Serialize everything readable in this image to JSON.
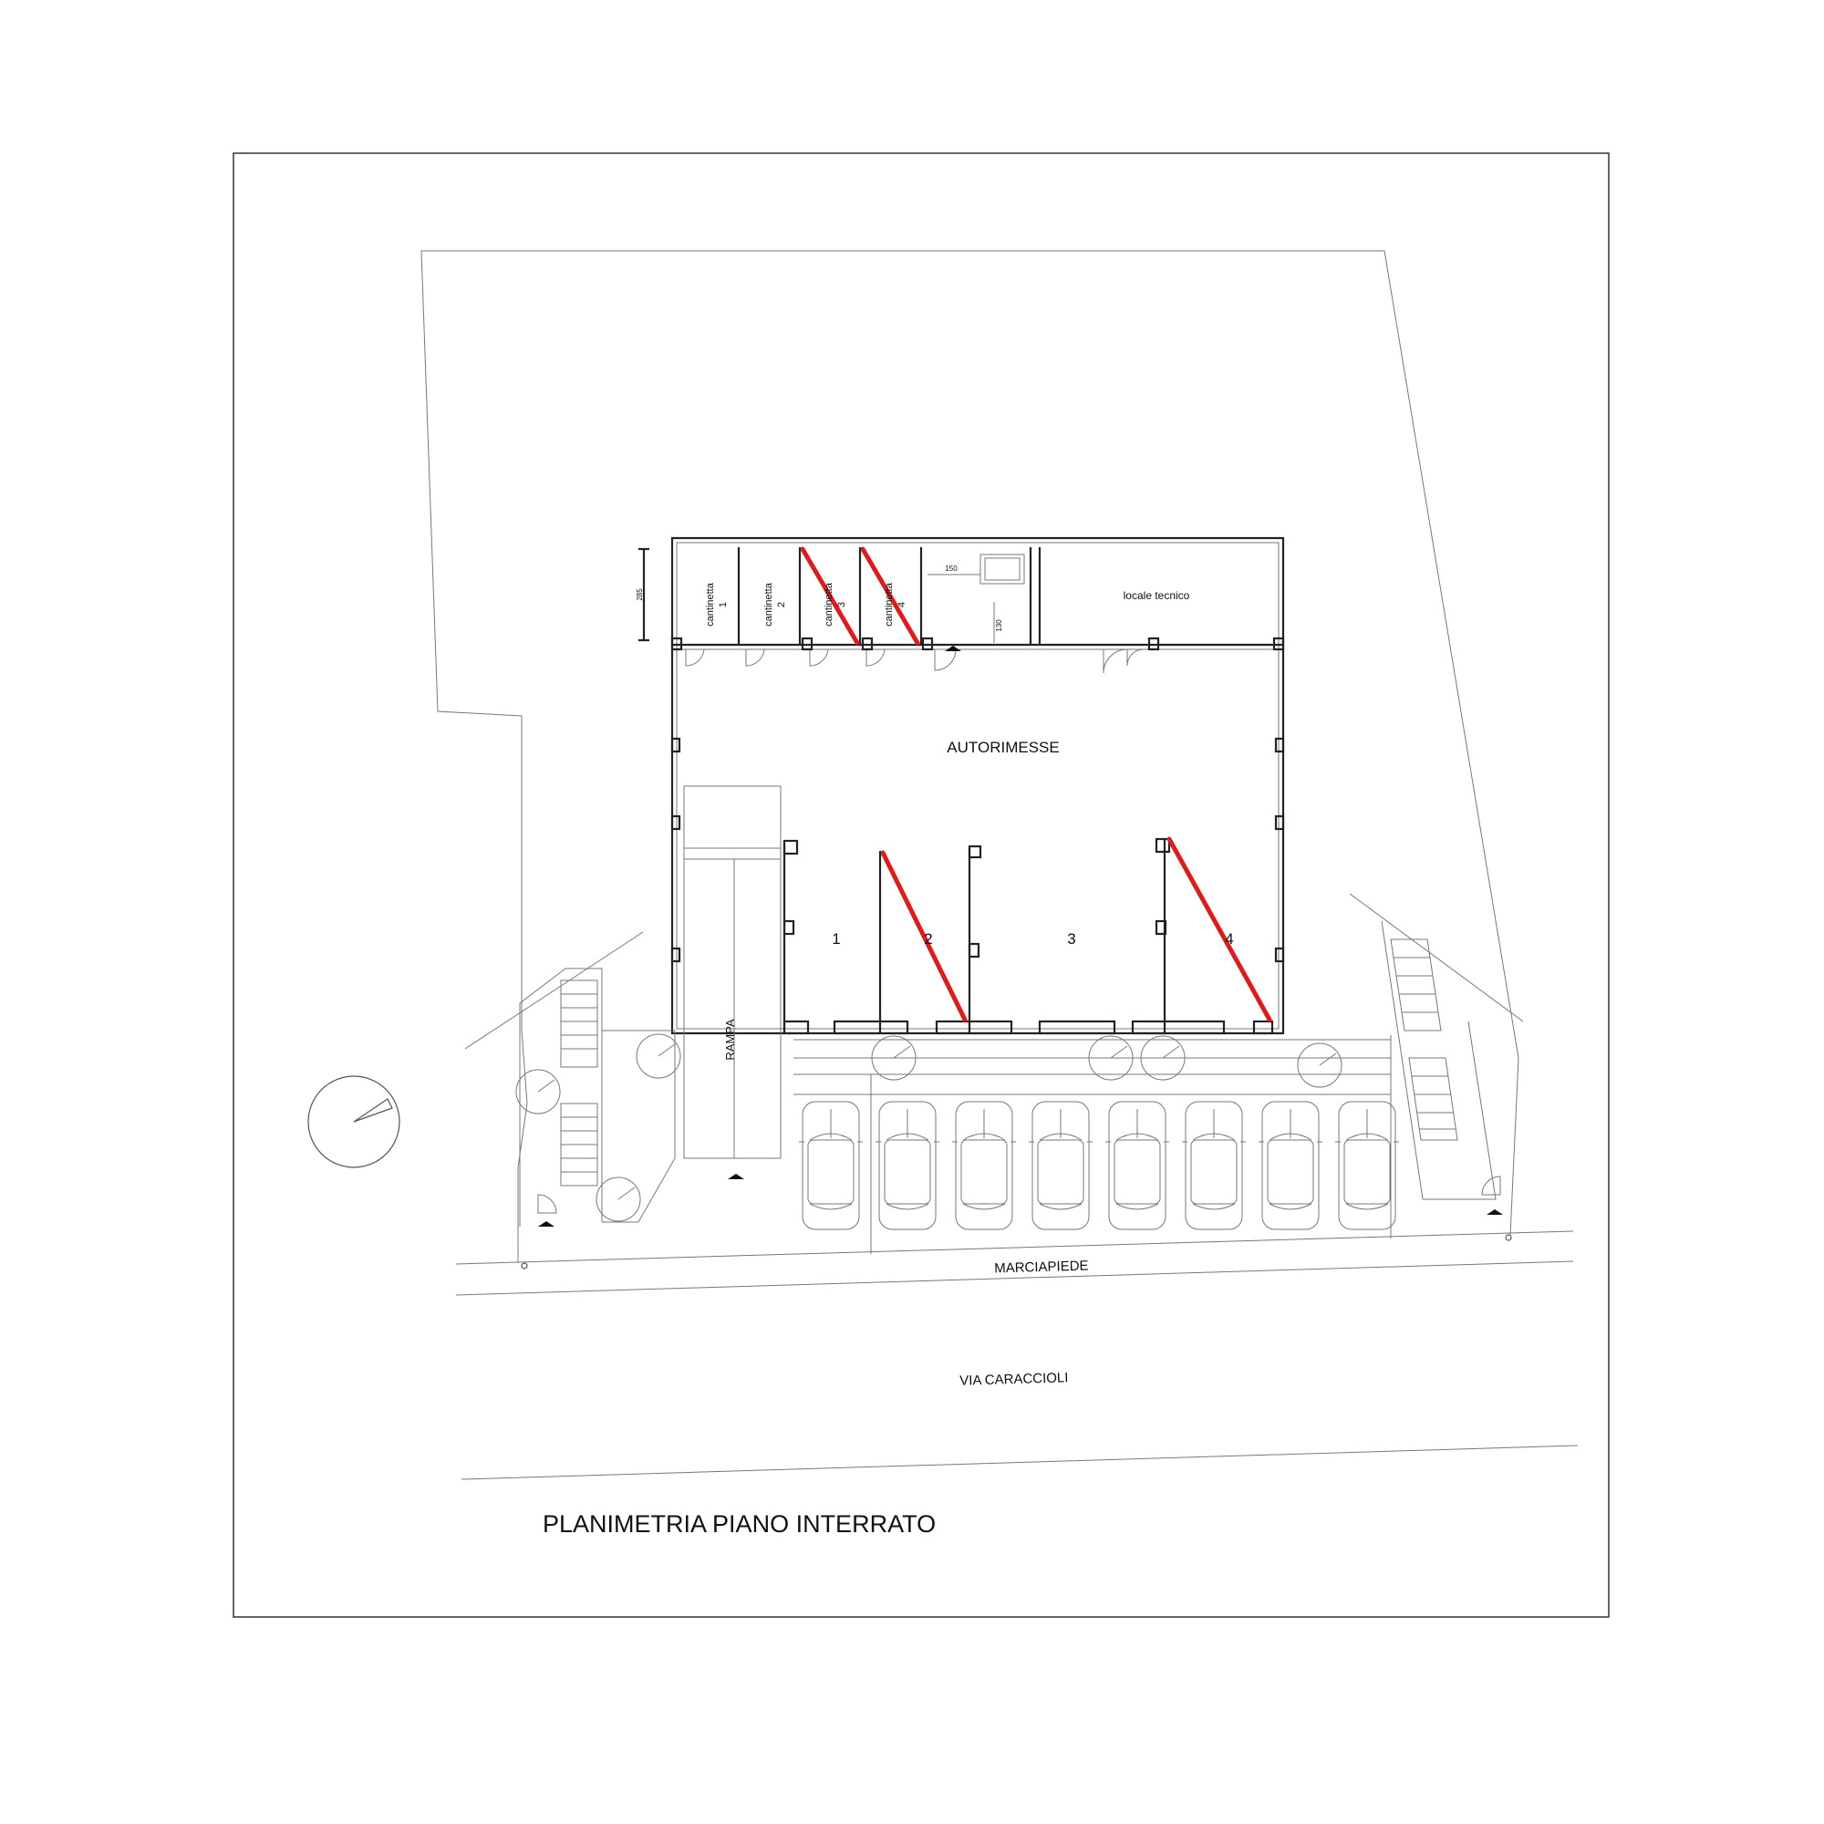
{
  "title": "PLANIMETRIA PIANO INTERRATO",
  "labels": {
    "garage_area": "AUTORIMESSE",
    "technical_room": "locale tecnico",
    "ramp": "RAMPA",
    "sidewalk": "MARCIAPIEDE",
    "street": "VIA CARACCIOLI"
  },
  "cellars": [
    {
      "label": "cantinetta",
      "number": "1",
      "sold": false
    },
    {
      "label": "cantinetta",
      "number": "2",
      "sold": false
    },
    {
      "label": "cantinetta",
      "number": "3",
      "sold": true
    },
    {
      "label": "cantinetta",
      "number": "4",
      "sold": true
    }
  ],
  "garages": [
    {
      "number": "1",
      "sold": false
    },
    {
      "number": "2",
      "sold": true
    },
    {
      "number": "3",
      "sold": false
    },
    {
      "number": "4",
      "sold": true
    }
  ],
  "dimensions": {
    "height": "285",
    "width_a": "150",
    "width_b": "130"
  },
  "parked_cars": 8,
  "colors": {
    "sold_mark": "#d81e1e",
    "lines": "#222222",
    "background": "#ffffff"
  }
}
